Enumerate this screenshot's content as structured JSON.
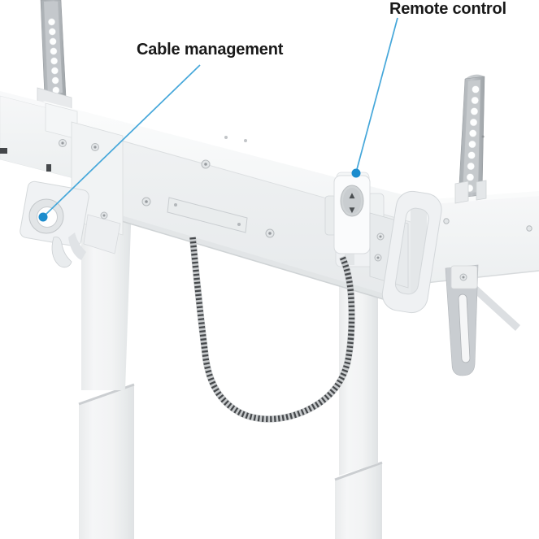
{
  "colors": {
    "background": "#ffffff",
    "leader_line": "#45a7da",
    "marker_dot": "#1b8ccd",
    "label_text": "#191919"
  },
  "annotations": [
    {
      "id": "cable-management",
      "label": "Cable management"
    },
    {
      "id": "remote-control",
      "label": "Remote control"
    }
  ],
  "remote": {
    "up_icon": "▲",
    "down_icon": "▼"
  }
}
